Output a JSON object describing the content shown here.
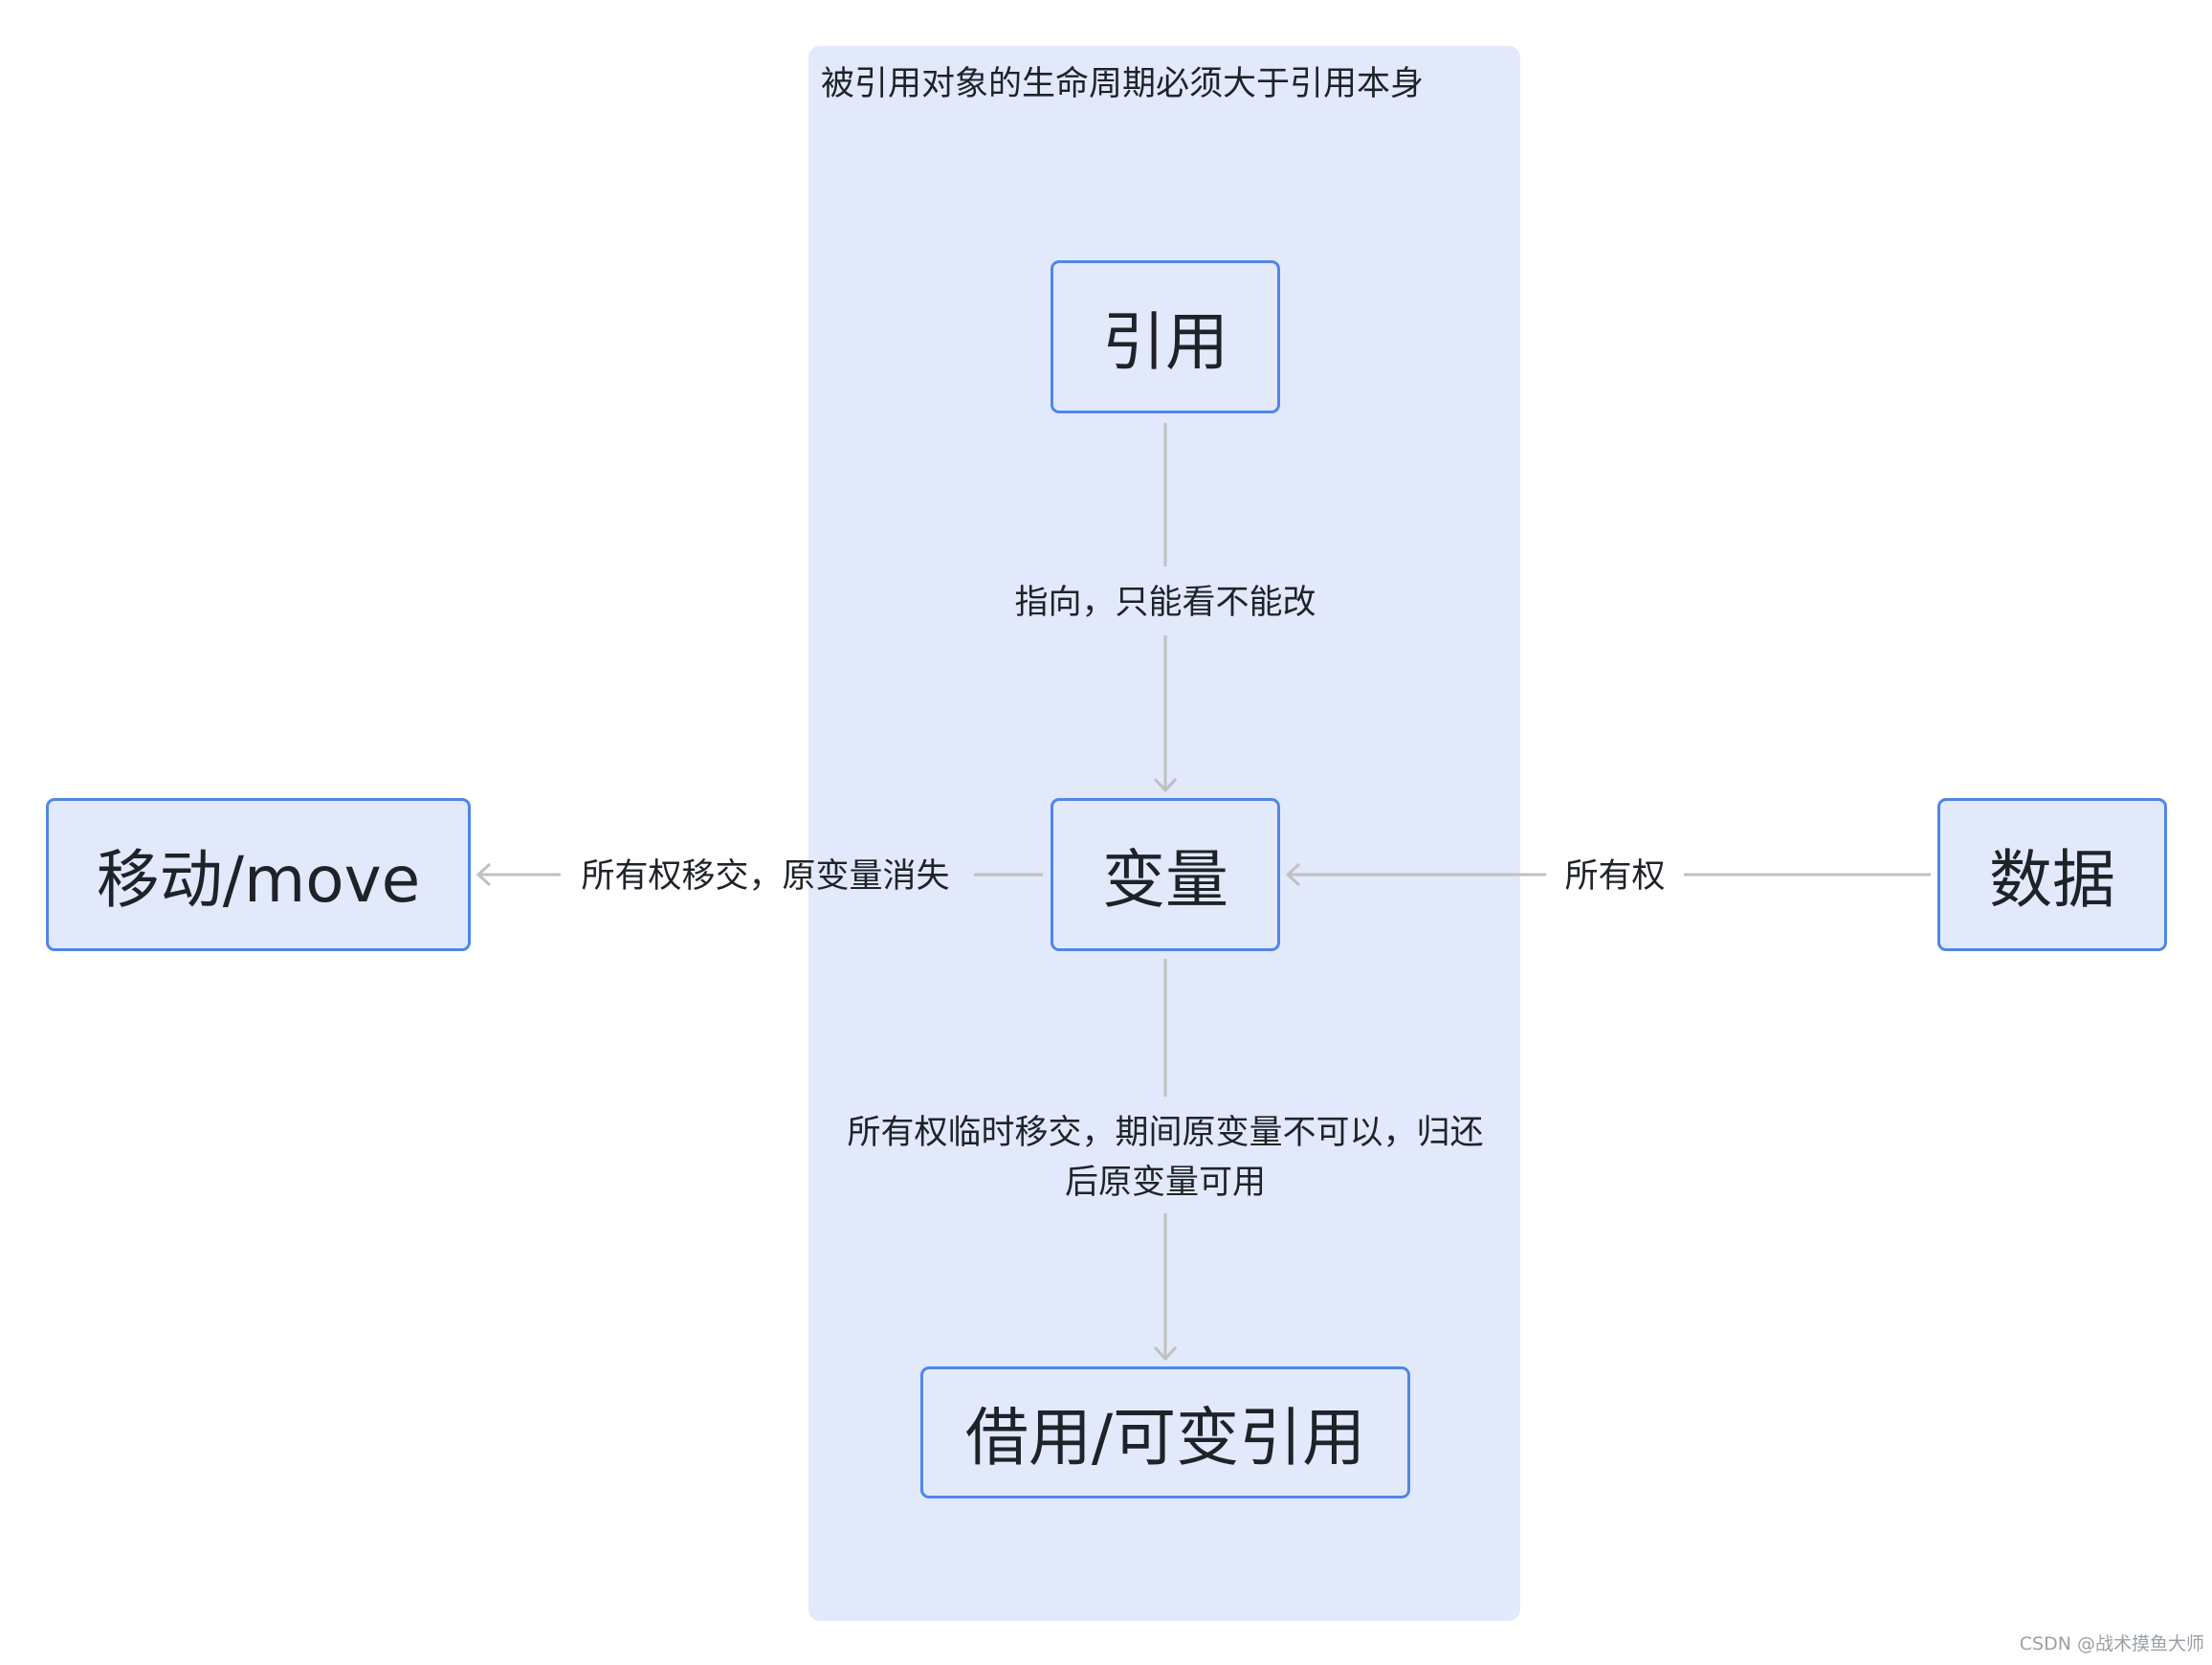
{
  "diagram": {
    "group_title": "被引用对象的生命周期必须大于引用本身",
    "nodes": {
      "reference": "引用",
      "variable": "变量",
      "move": "移动/move",
      "data": "数据",
      "borrow": "借用/可变引用"
    },
    "edges": {
      "reference_to_variable": "指向，只能看不能改",
      "variable_to_move": "所有权移交，原变量消失",
      "data_to_variable": "所有权",
      "variable_to_borrow": "所有权临时移交，期间原变量不可以，归还后原变量可用"
    },
    "colors": {
      "group_fill": "#e1e9fb",
      "node_border": "#4f86e8",
      "edge": "#c0c0c0"
    }
  },
  "watermark": "CSDN @战术摸鱼大师"
}
